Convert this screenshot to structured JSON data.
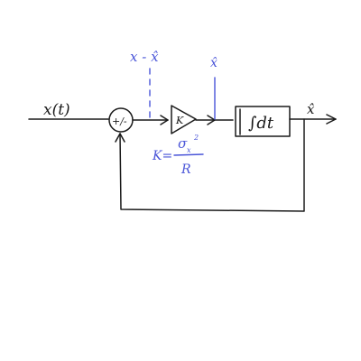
{
  "diagram": {
    "input_label": "x(t)",
    "summer_label": "+/-",
    "error_label": "x - x̂",
    "estimate_label_top": "x̂",
    "gain_block_label": "K",
    "gain_formula_lhs": "K=",
    "gain_formula_num": "σ",
    "gain_formula_num_sub": "x",
    "gain_formula_num_sup": "2",
    "gain_formula_den": "R",
    "integrator_label": "∫dt",
    "output_label": "x̂"
  },
  "colors": {
    "ink": "#1a1a1a",
    "annotation": "#4a55d8"
  }
}
